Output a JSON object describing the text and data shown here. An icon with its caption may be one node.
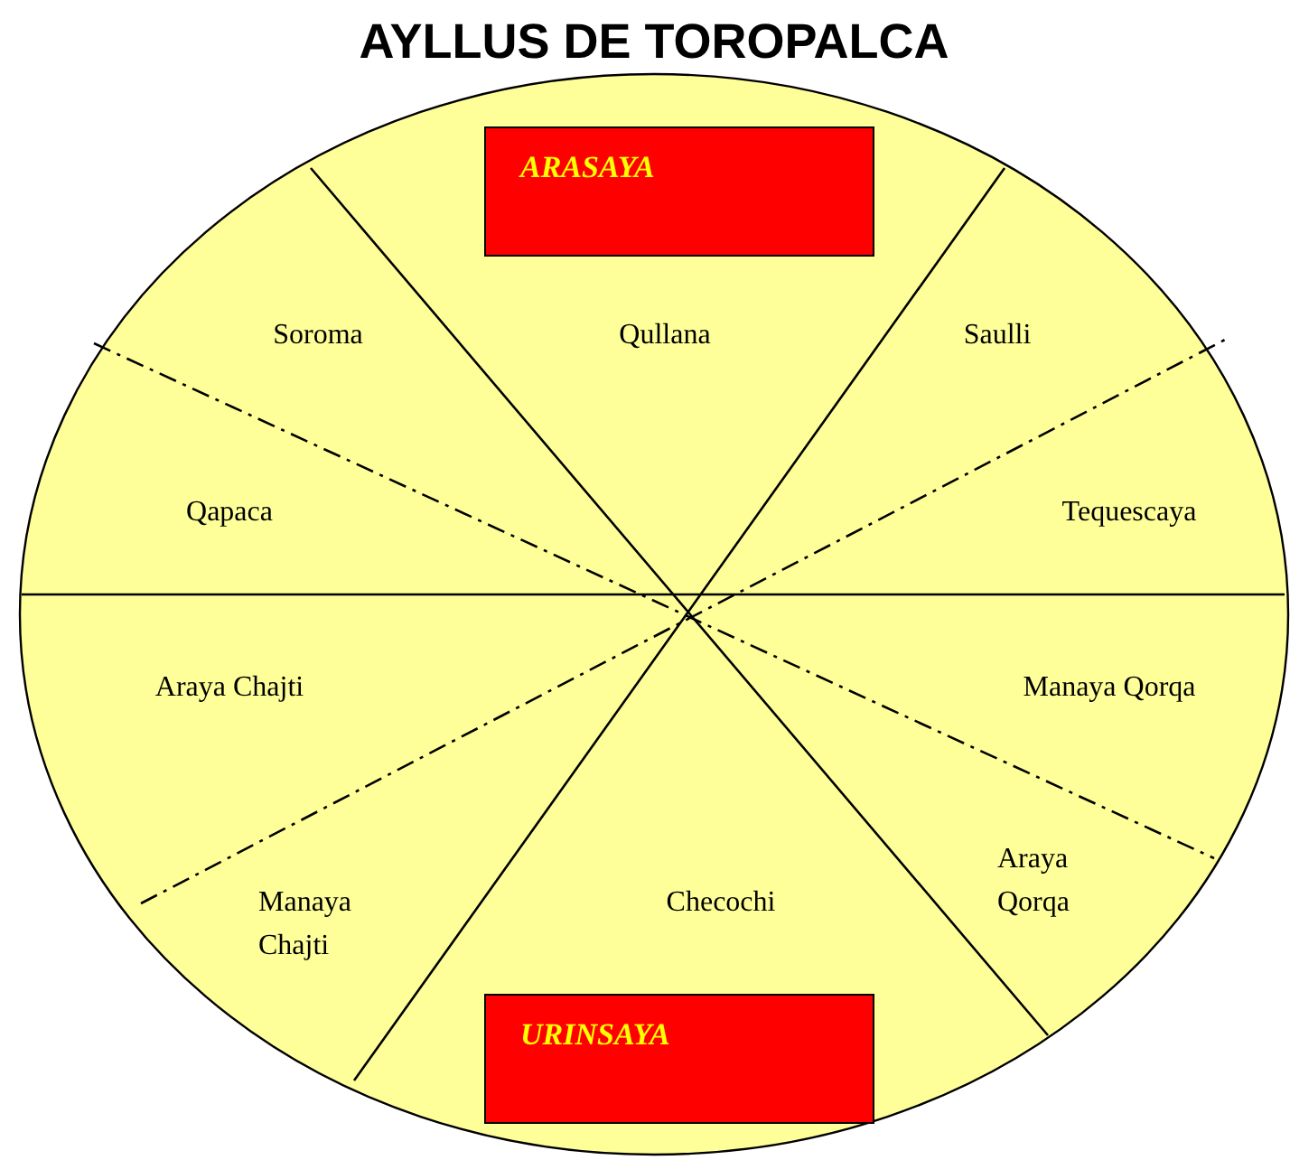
{
  "diagram": {
    "title": "AYLLUS DE TOROPALCA",
    "nodes": [
      {
        "text": [
          "ARASAYA"
        ]
      },
      {
        "text": [
          "URINSAYA"
        ]
      }
    ],
    "labels": [
      "Soroma",
      "Qullana",
      "Saulli",
      "Qapaca",
      "Tequescaya",
      "Araya Chajti",
      "Manaya Qorqa",
      "Manaya Chajti",
      "Checochi",
      "Araya Qorqa"
    ]
  }
}
